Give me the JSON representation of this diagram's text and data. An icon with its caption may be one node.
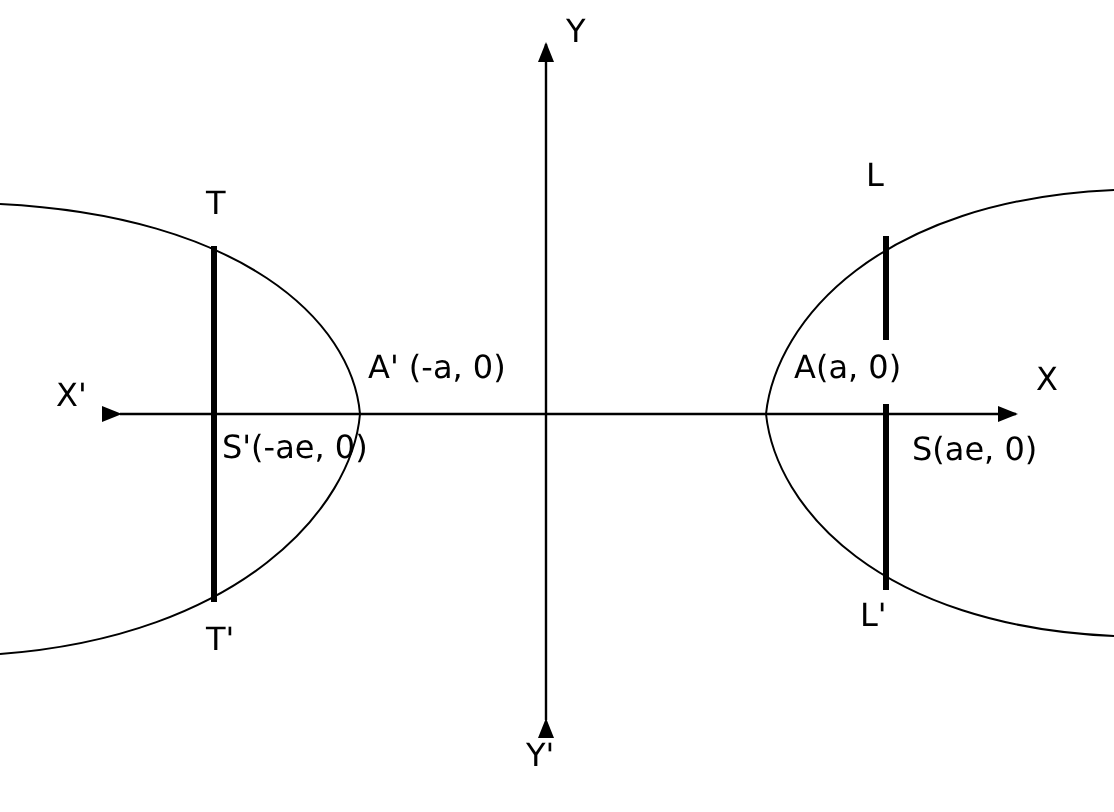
{
  "diagram": {
    "labels": [
      "Y",
      "L",
      "T",
      "A' (-a, 0)",
      "A(a, 0)",
      "X",
      "X'",
      "S'(-ae, 0)",
      "S(ae, 0)",
      "L'",
      "T'",
      "Y'"
    ]
  }
}
